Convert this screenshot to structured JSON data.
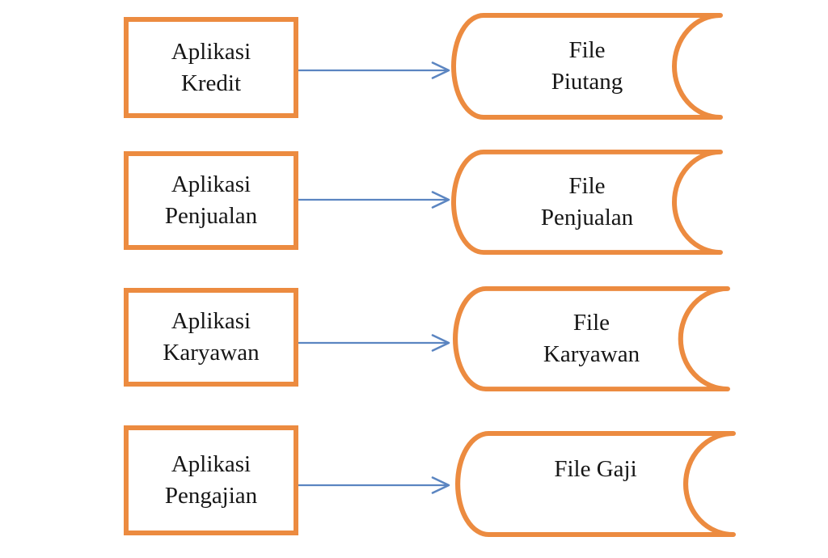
{
  "diagram": {
    "description": "Application-to-file data flow diagram",
    "rows": [
      {
        "app": "Aplikasi\nKredit",
        "file": "File\nPiutang"
      },
      {
        "app": "Aplikasi\nPenjualan",
        "file": "File\nPenjualan"
      },
      {
        "app": "Aplikasi\nKaryawan",
        "file": "File\nKaryawan"
      },
      {
        "app": "Aplikasi\nPengajian",
        "file": "File Gaji"
      }
    ],
    "icons": {
      "arrow": "right-arrow-icon"
    },
    "colors": {
      "shape_border": "#ec8b40",
      "arrow": "#5b85c1",
      "text": "#161616",
      "background": "#ffffff"
    }
  }
}
